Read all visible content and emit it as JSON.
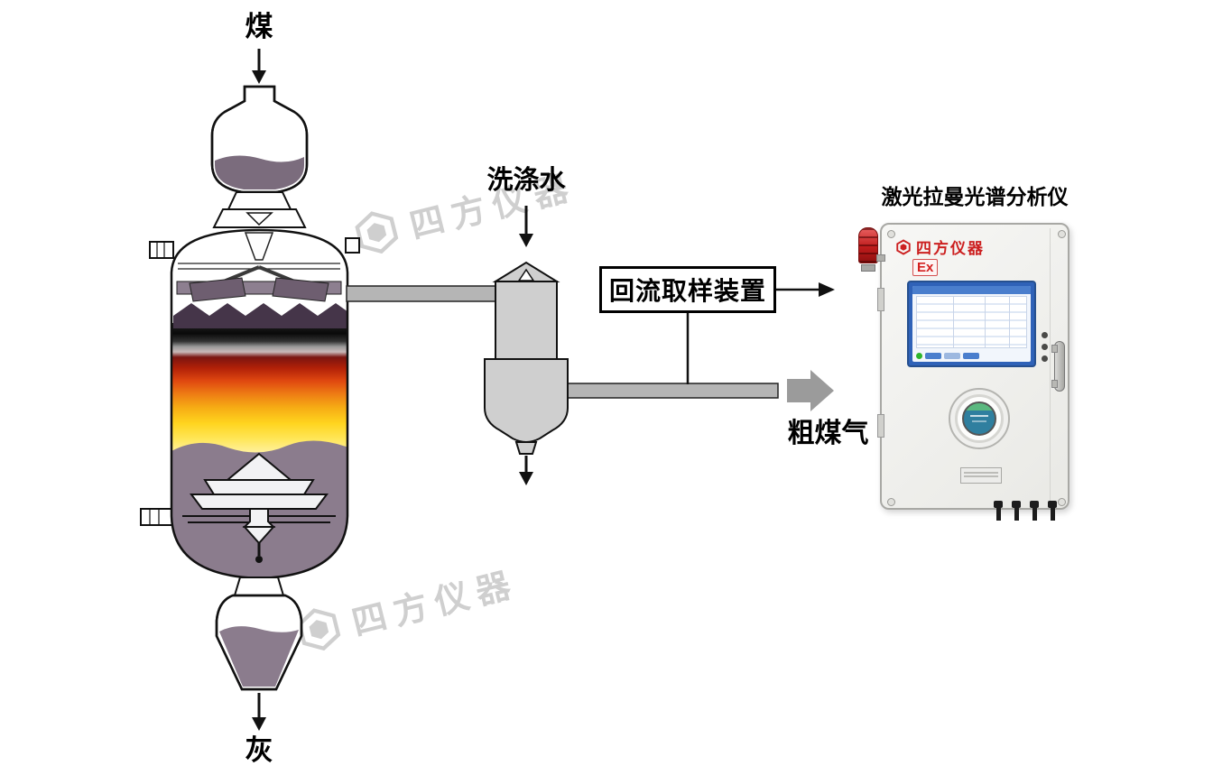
{
  "diagram": {
    "coal_label": "煤",
    "wash_water_label": "洗涤水",
    "sampling_box_label": "回流取样装置",
    "raw_gas_label": "粗煤气",
    "ash_label": "灰"
  },
  "analyzer": {
    "title": "激光拉曼光谱分析仪",
    "brand": "四方仪器",
    "ex_marking": "Ex"
  },
  "watermark": {
    "text": "四方仪器"
  },
  "colors": {
    "outline": "#111111",
    "pipe_gray": "#b5b5b5",
    "vessel_material_purple": "#8b7c8d",
    "flame_black": "#1c1c1c",
    "flame_red": "#b02008",
    "flame_orange": "#ee7d14",
    "flame_yellow": "#ffd41e",
    "washer_gray": "#cfcfcf",
    "brand_red": "#cc2020",
    "screen_blue": "#2f62b8",
    "beacon_red": "#c01c1c"
  }
}
